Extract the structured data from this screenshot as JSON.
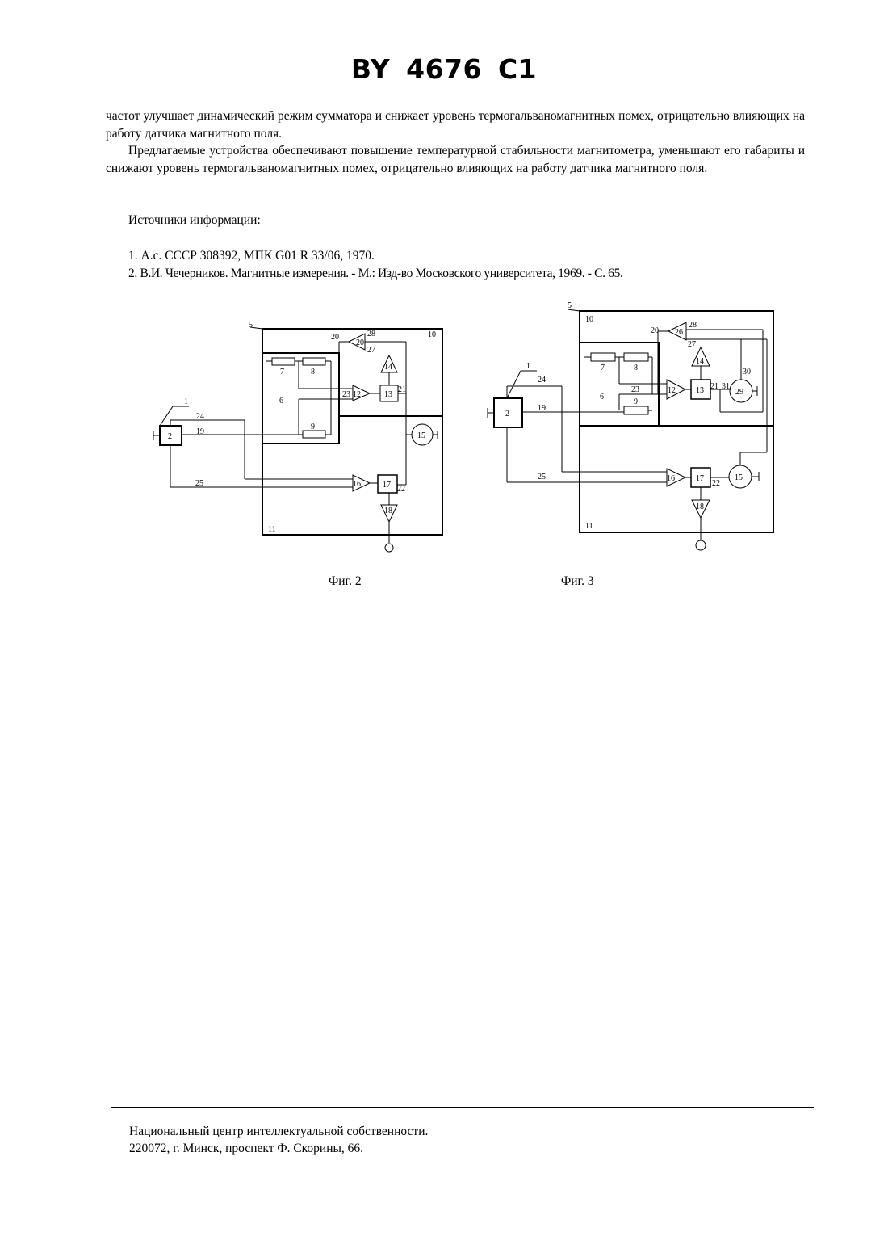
{
  "header": {
    "title": "BY 4676 C1"
  },
  "body": {
    "p1": "частот улучшает динамический режим сумматора и снижает уровень термогальваномагнитных помех, отрицательно влияющих на работу датчика магнитного поля.",
    "p2": "Предлагаемые устройства обеспечивают повышение температурной стабильности магнитометра, уменьшают его габариты и снижают уровень термогальваномагнитных помех, отрицательно влияющих на работу датчика магнитного поля.",
    "sources_title": "Источники информации:",
    "refs": [
      "1. А.с. СССР 308392, МПК G01 R 33/06, 1970.",
      "2. В.И. Чечерников. Магнитные измерения. - М.: Изд-во Московского университета, 1969. - С. 65."
    ]
  },
  "fig2": {
    "caption": "Фиг. 2",
    "labels": {
      "n1": "1",
      "n2": "2",
      "n5": "5",
      "n6": "6",
      "n7": "7",
      "n8": "8",
      "n9": "9",
      "n10": "10",
      "n11": "11",
      "n12": "12",
      "n13": "13",
      "n14": "14",
      "n15": "15",
      "n16": "16",
      "n17": "17",
      "n18": "18",
      "n19": "19",
      "n20a": "20",
      "n20b": "20",
      "n21": "21",
      "n22": "22",
      "n23": "23",
      "n24": "24",
      "n25": "25",
      "n27": "27",
      "n28": "28"
    }
  },
  "fig3": {
    "caption": "Фиг. 3",
    "labels": {
      "n1": "1",
      "n2": "2",
      "n5": "5",
      "n6": "6",
      "n7": "7",
      "n8": "8",
      "n9": "9",
      "n10": "10",
      "n11": "11",
      "n12": "12",
      "n13": "13",
      "n14": "14",
      "n15": "15",
      "n16": "16",
      "n17": "17",
      "n18": "18",
      "n19": "19",
      "n20": "20",
      "n21": "21",
      "n22": "22",
      "n23": "23",
      "n24": "24",
      "n25": "25",
      "n26": "26",
      "n27": "27",
      "n28": "28",
      "n29": "29",
      "n30": "30",
      "n31": "31"
    }
  },
  "footer": {
    "line1": "Национальный центр интеллектуальной собственности.",
    "line2": "220072, г. Минск, проспект Ф. Скорины, 66."
  }
}
